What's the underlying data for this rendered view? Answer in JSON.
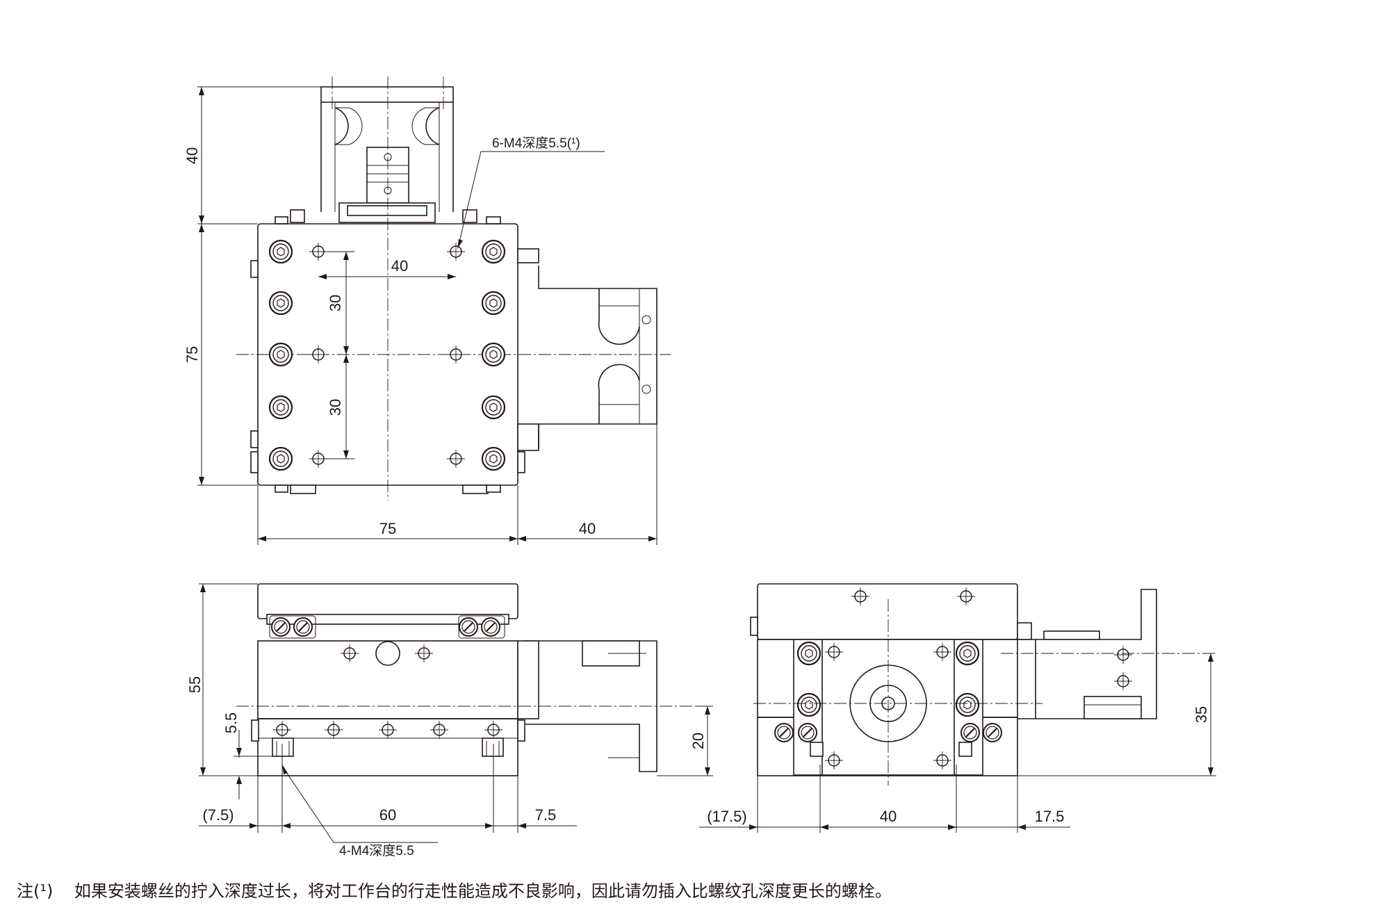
{
  "top_view": {
    "dims": {
      "h_top": "40",
      "h_body": "75",
      "inner_w": "40",
      "inner_h_a": "30",
      "inner_h_b": "30",
      "w_body": "75",
      "w_ext": "40"
    },
    "callout": "6-M4深度5.5(¹)"
  },
  "front_view": {
    "dims": {
      "height": "55",
      "small": "5.5",
      "motor_h": "20",
      "left_off": "(7.5)",
      "span": "60",
      "right_off": "7.5"
    },
    "callout": "4-M4深度5.5"
  },
  "side_view": {
    "dims": {
      "left_off": "(17.5)",
      "span": "40",
      "right_off": "17.5",
      "height": "35"
    }
  },
  "note": {
    "label": "注(¹)",
    "text": "如果安装螺丝的拧入深度过长，将对工作台的行走性能造成不良影响，因此请勿插入比螺纹孔深度更长的螺栓。"
  }
}
